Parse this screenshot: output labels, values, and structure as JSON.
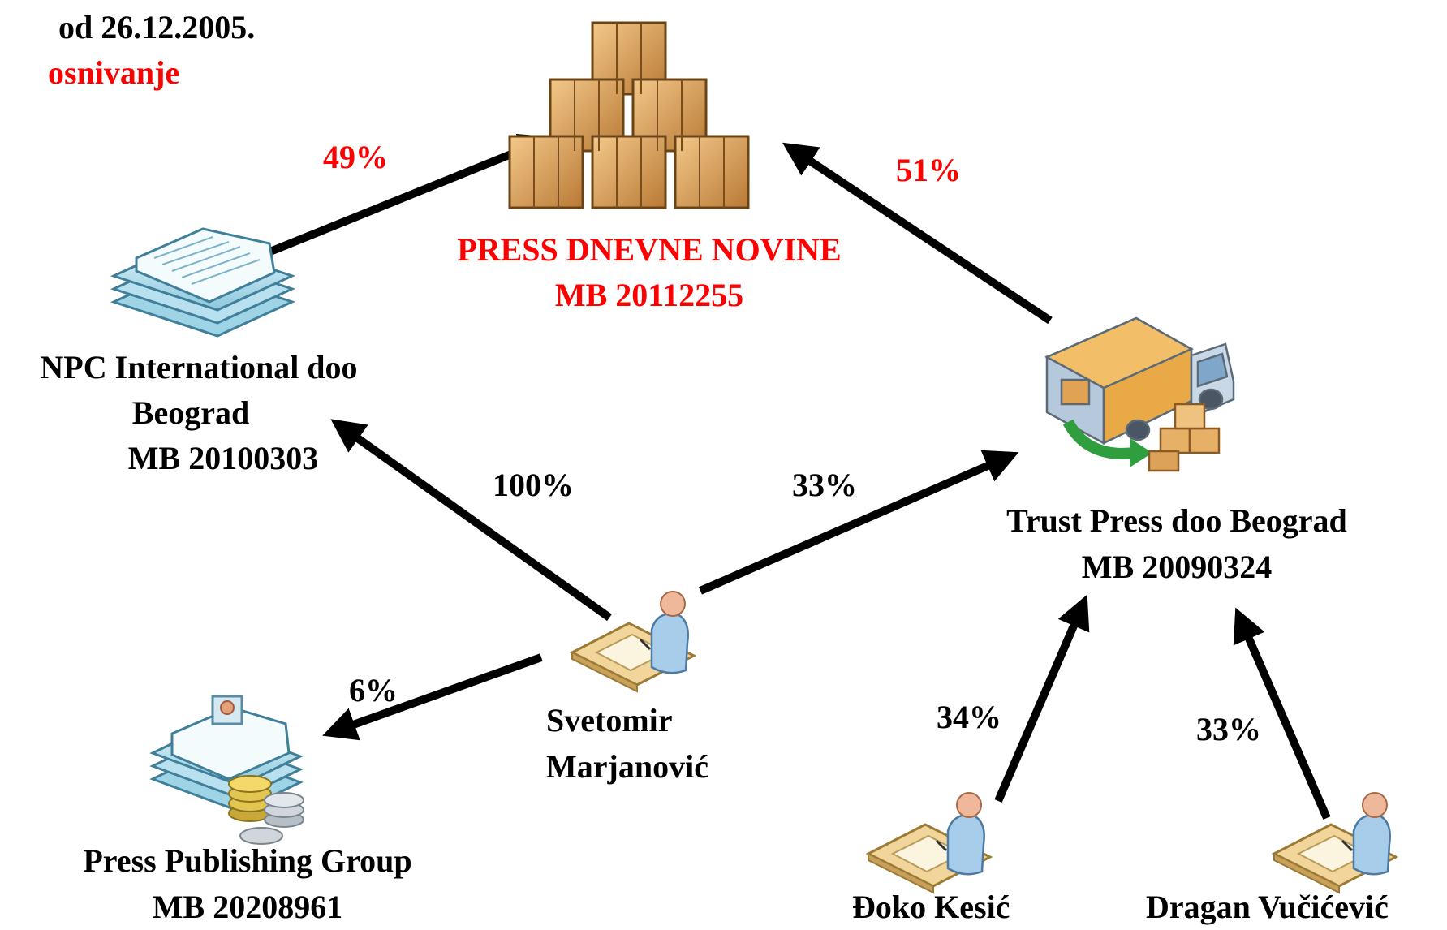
{
  "header": {
    "date": "od 26.12.2005.",
    "event": "osnivanje"
  },
  "colors": {
    "highlight": "#ff0000",
    "text": "#000000",
    "arrow": "#000000",
    "box": "#d9a05b",
    "paper": "#a8d8ea",
    "truck_cargo": "#e6a84a",
    "green_arrow": "#2e9e3e"
  },
  "nodes": {
    "press_dnevne": {
      "name": "PRESS DNEVNE NOVINE",
      "mb": "MB 20112255",
      "icon": "stacked-boxes-icon"
    },
    "npc": {
      "line1": "NPC International doo",
      "line2": "Beograd",
      "mb": "MB 20100303",
      "icon": "document-stack-icon"
    },
    "trust": {
      "name": "Trust Press doo Beograd",
      "mb": "MB 20090324",
      "icon": "delivery-truck-icon"
    },
    "ppg": {
      "name": "Press Publishing Group",
      "mb": "MB 20208961",
      "icon": "document-coins-icon"
    },
    "svetomir": {
      "line1": "Svetomir",
      "line2": "Marjanović",
      "icon": "person-at-desk-icon"
    },
    "doko": {
      "name": "Đoko Kesić",
      "icon": "person-at-desk-icon"
    },
    "dragan": {
      "name": "Dragan Vučićević",
      "icon": "person-at-desk-icon"
    }
  },
  "edges": [
    {
      "from": "npc",
      "to": "press_dnevne",
      "label": "49%",
      "highlight": true
    },
    {
      "from": "trust",
      "to": "press_dnevne",
      "label": "51%",
      "highlight": true
    },
    {
      "from": "svetomir",
      "to": "npc",
      "label": "100%",
      "highlight": false
    },
    {
      "from": "svetomir",
      "to": "trust",
      "label": "33%",
      "highlight": false
    },
    {
      "from": "svetomir",
      "to": "ppg",
      "label": "6%",
      "highlight": false
    },
    {
      "from": "doko",
      "to": "trust",
      "label": "34%",
      "highlight": false
    },
    {
      "from": "dragan",
      "to": "trust",
      "label": "33%",
      "highlight": false
    }
  ]
}
